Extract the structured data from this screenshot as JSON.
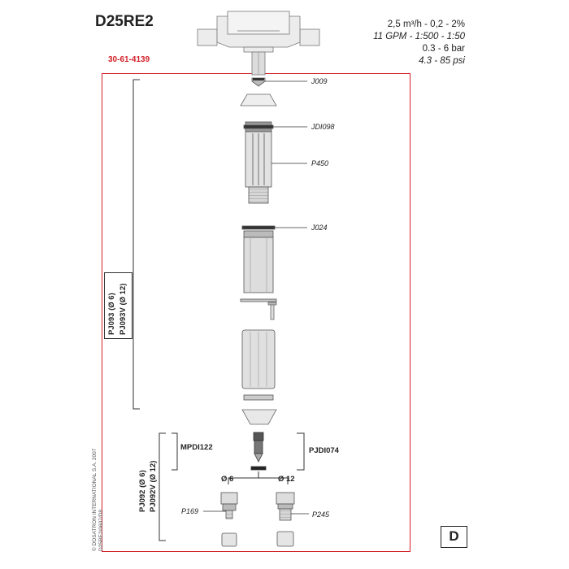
{
  "header": {
    "title": "D25RE2",
    "spec_lines": [
      {
        "text": "2,5 m³/h - 0,2 - 2%",
        "italic": false
      },
      {
        "text": "11 GPM - 1:500 - 1:50",
        "italic": true
      },
      {
        "text": "0.3 - 6 bar",
        "italic": false
      },
      {
        "text": "4.3 - 85 psi",
        "italic": true
      }
    ],
    "ref_code": "30-61-4139"
  },
  "colors": {
    "frame": "#d32027",
    "ref_code": "#d32027",
    "part": "#d0d0d0",
    "outline": "#555555"
  },
  "parts": {
    "j009": "J009",
    "jdi098": "JDI098",
    "p450": "P450",
    "j024": "J024",
    "mpdi122": "MPDI122",
    "pjdi074": "PJDI074",
    "p169": "P169",
    "p245": "P245"
  },
  "sizes": {
    "left": "Ø 6",
    "right": "Ø 12"
  },
  "kits": {
    "upper": {
      "line1": "PJ093 (Ø 6)",
      "line2": "PJ093V (Ø 12)"
    },
    "lower": {
      "line1": "PJ092 (Ø 6)",
      "line2": "PJ092V (Ø 12)"
    }
  },
  "footer": {
    "copyright": "© DOSATRON INTERNATIONAL S.A. 2007",
    "doc_code": "D25RE2/0607/D8",
    "section": "D"
  }
}
